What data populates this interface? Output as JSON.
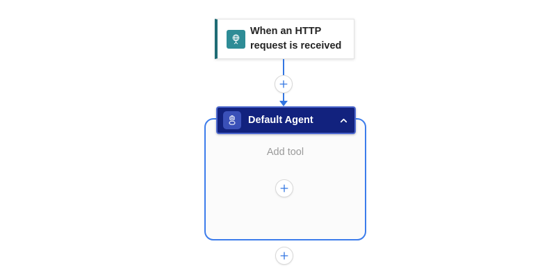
{
  "trigger": {
    "title": "When an HTTP request is received",
    "icon": "http-request-globe-icon",
    "icon_color": "#2E8C96",
    "stripe_color": "#1E6B74"
  },
  "connector": {
    "color": "#3376E2",
    "insert_button_icon": "plus-icon"
  },
  "agent": {
    "title": "Default Agent",
    "add_tool_label": "Add tool",
    "icon": "agent-bot-icon",
    "collapse_icon": "chevron-up-icon",
    "header_color": "#12227E",
    "selected_border_color": "#4C67CE",
    "tile_color": "#3A50B8",
    "container_border_color": "#3C7CEB",
    "container_fill": "#FBFBFB"
  },
  "colors": {
    "canvas_background": "#FFFFFF",
    "card_border": "#E3E3E3",
    "plus_circle_border": "#D8D8D8",
    "plus_glyph": "#3376E2",
    "text_primary": "#242424",
    "text_muted": "#9A9A9A"
  }
}
